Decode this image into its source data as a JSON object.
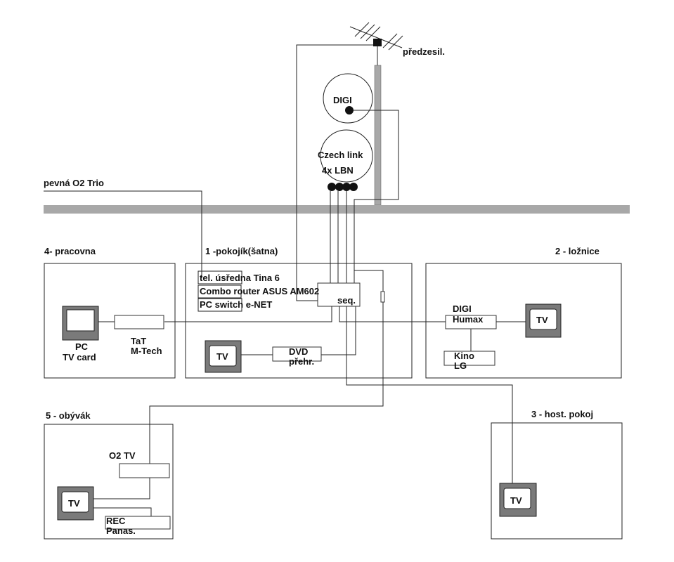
{
  "colors": {
    "mast": "#a8a8a8",
    "wall": "#a8a8a8",
    "tv_frame": "#7a7a7a",
    "line": "#222222"
  },
  "antenna": {
    "label": "předzesil."
  },
  "dishes": {
    "digi": "DIGI",
    "czech_link_1": "Czech link",
    "czech_link_2": "4x LBN"
  },
  "external": {
    "phone_line": "pevná O2 Trio"
  },
  "rooms": {
    "room4": {
      "title": "4- pracovna",
      "pc_1": "PC",
      "pc_2": "TV card",
      "tat_1": "TaT",
      "tat_2": "M-Tech"
    },
    "room1": {
      "title": "1 -pokojík(šatna)",
      "tel": "tel. úsředna Tina 6",
      "router": "Combo router ASUS AM602",
      "switch": "PC switch e-NET",
      "seq": "seq.",
      "tv": "TV",
      "dvd_1": "DVD",
      "dvd_2": "přehr."
    },
    "room2": {
      "title": "2 - ložnice",
      "humax_1": "DIGI",
      "humax_2": "Humax",
      "tv": "TV",
      "kino_1": "Kino",
      "kino_2": "LG"
    },
    "room5": {
      "title": "5 - obývák",
      "o2tv": "O2 TV",
      "tv": "TV",
      "rec_1": "REC",
      "rec_2": "Panas."
    },
    "room3": {
      "title": "3 - host. pokoj",
      "tv": "TV"
    }
  }
}
